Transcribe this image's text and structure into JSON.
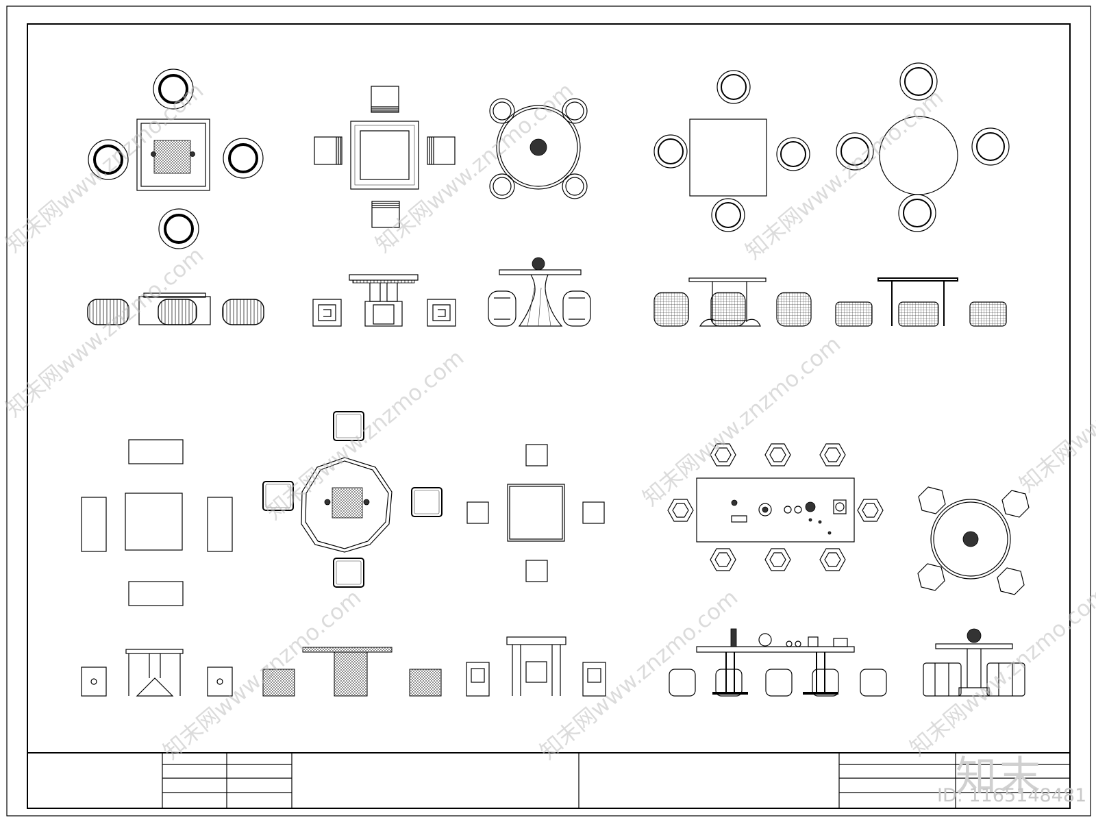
{
  "drawing": {
    "type": "CAD furniture block sheet",
    "content": "table and chair sets, plan views and elevation views"
  },
  "watermark": {
    "repeat_text": "知末网www.znzmo.com",
    "brand": "知末",
    "id_label": "ID: 1165148481"
  },
  "colors": {
    "line": "#000000",
    "watermark": "#c8c8c8",
    "background": "#ffffff"
  }
}
